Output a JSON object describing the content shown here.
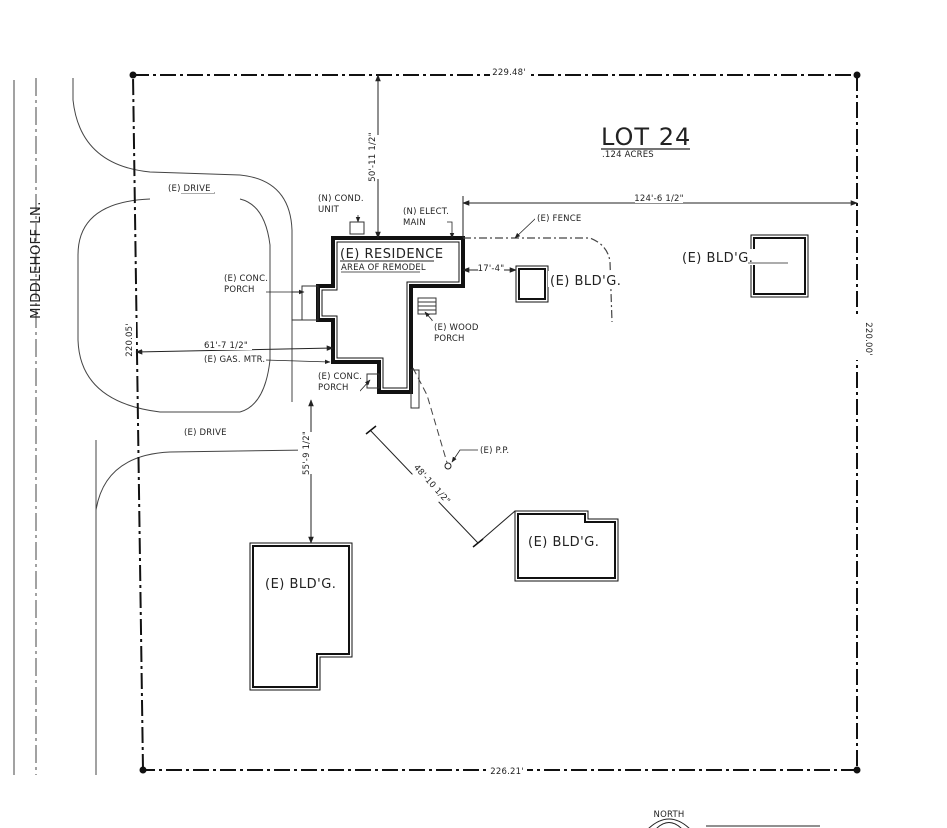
{
  "lot": {
    "name": "LOT 24",
    "area": ".124 ACRES"
  },
  "street": "MIDDLEHOFF LN.",
  "dimensions": {
    "top": "229.48'",
    "bottom": "226.21'",
    "left": "220.05'",
    "right": "220.00'",
    "to_top": "50'-11 1/2\"",
    "to_right": "124'-6 1/2\"",
    "to_left": "61'-7 1/2\"",
    "to_bldg": "17'-4\"",
    "to_south": "55'-9 1/2\"",
    "to_se": "48'-10 1/2\""
  },
  "labels": {
    "drive_north": "(E) DRIVE",
    "drive_south": "(E) DRIVE",
    "cond_unit_1": "(N) COND.",
    "cond_unit_2": "UNIT",
    "elect_main_1": "(N) ELECT.",
    "elect_main_2": "MAIN",
    "fence": "(E) FENCE",
    "residence": "(E) RESIDENCE",
    "remodel": "AREA OF REMODEL",
    "conc_porch_n_1": "(E) CONC.",
    "conc_porch_n_2": "PORCH",
    "gas_mtr": "(E) GAS. MTR.",
    "conc_porch_s_1": "(E) CONC.",
    "conc_porch_s_2": "PORCH",
    "wood_porch_1": "(E) WOOD",
    "wood_porch_2": "PORCH",
    "pp": "(E) P.P.",
    "bldg_small": "(E) BLD'G.",
    "bldg_ne": "(E) BLD'G.",
    "bldg_se": "(E) BLD'G.",
    "bldg_sw": "(E) BLD'G.",
    "north": "NORTH"
  }
}
